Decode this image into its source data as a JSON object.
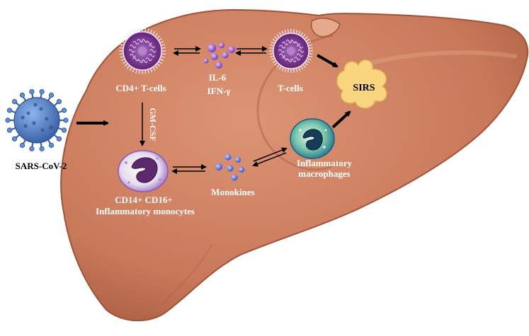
{
  "labels": {
    "virus": "SARS-CoV-2",
    "cd4": "CD4+ T-cells",
    "il6": "IL-6",
    "ifn": "IFN-γ",
    "tcells": "T-cells",
    "sirs": "SIRS",
    "gmcsf": "GM-CSF",
    "monocytes_line1": "CD14+ CD16+",
    "monocytes_line2": "Inflammatory monocytes",
    "monokines": "Monokines",
    "macrophages_line1": "Inflammatory",
    "macrophages_line2": "macrophages"
  },
  "colors": {
    "liver": "#cf8361",
    "liver_dark": "#b7684a",
    "liver_light": "#e6a788",
    "virus": "#4d7fc7",
    "tcell": "#7a2d8f",
    "monocyte_nucleus": "#5a2a6a",
    "macrophage": "#3aa6a0",
    "sirs": "#f7d27a",
    "cytokine": "#9a5ad2",
    "monokine": "#4f6fe0"
  }
}
